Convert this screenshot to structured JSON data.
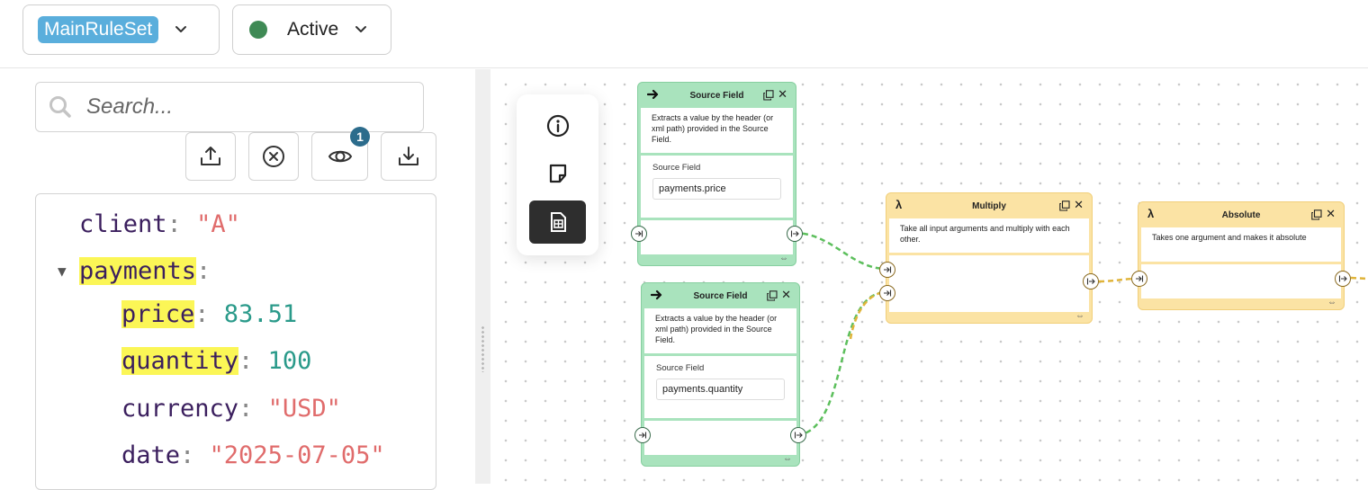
{
  "header": {
    "ruleset": {
      "label": "MainRuleSet"
    },
    "status": {
      "label": "Active",
      "dot_color": "#3f8a55"
    }
  },
  "left_panel": {
    "search": {
      "placeholder": "Search..."
    },
    "toolbar": {
      "upload_icon": "upload-icon",
      "clear_icon": "close-circle-icon",
      "view_icon": "eye-icon",
      "view_badge": "1",
      "download_icon": "download-icon"
    },
    "json_tree": {
      "client": {
        "key": "client",
        "value": "\"A\""
      },
      "payments": {
        "key": "payments"
      },
      "price": {
        "key": "price",
        "value": "83.51"
      },
      "quantity": {
        "key": "quantity",
        "value": "100"
      },
      "currency": {
        "key": "currency",
        "value": "\"USD\""
      },
      "date": {
        "key": "date",
        "value": "\"2025-07-05\""
      }
    }
  },
  "canvas": {
    "tools": [
      "info-icon",
      "note-icon",
      "table-icon"
    ],
    "nodes": {
      "source1": {
        "title": "Source Field",
        "description": "Extracts a value by the header (or xml path) provided in the Source Field.",
        "field_label": "Source Field",
        "field_value": "payments.price"
      },
      "source2": {
        "title": "Source Field",
        "description": "Extracts a value by the header (or xml path) provided in the Source Field.",
        "field_label": "Source Field",
        "field_value": "payments.quantity"
      },
      "multiply": {
        "title": "Multiply",
        "description": "Take all input arguments and multiply with each other."
      },
      "absolute": {
        "title": "Absolute",
        "description": "Takes one argument and makes it absolute"
      }
    },
    "colors": {
      "source_node": "#a9e3bd",
      "function_node": "#fbe3a4",
      "edge_green": "#5cbf5c",
      "edge_yellow": "#e0b43a"
    }
  }
}
